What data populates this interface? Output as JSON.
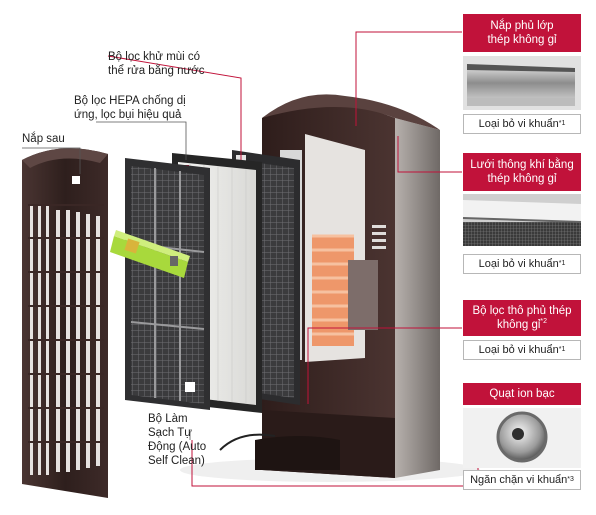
{
  "left_labels": {
    "deodorizing_filter": [
      "Bộ lọc khử mùi có",
      "thể rửa bằng nước"
    ],
    "hepa_filter": [
      "Bộ lọc HEPA chống dị",
      "ứng, lọc bụi hiệu quả"
    ],
    "back_cover": "Nắp sau",
    "auto_self_clean": [
      "Bộ Làm",
      "Sạch Tự",
      "Động (Auto",
      "Self Clean)"
    ]
  },
  "cards": [
    {
      "title_lines": [
        "Nắp phủ lớp",
        "thép không gỉ"
      ],
      "footer": "Loại bỏ vi khuẩn",
      "footer_note": "*1"
    },
    {
      "title_lines": [
        "Lưới thông khí bằng",
        "thép không gỉ"
      ],
      "footer": "Loại bỏ vi khuẩn",
      "footer_note": "*1"
    },
    {
      "title_lines": [
        "Bộ lọc thô phủ thép",
        "không gỉ"
      ],
      "title_note": "*2",
      "footer": "Loại bỏ vi khuẩn",
      "footer_note": "*1"
    },
    {
      "title_lines": [
        "Quạt ion bạc"
      ],
      "footer": "Ngăn chặn vi khuẩn",
      "footer_note": "*3"
    }
  ],
  "colors": {
    "accent": "#c1123a",
    "leader_line": "#c1123a",
    "body_dark": "#3a2624",
    "body_side": "#8f8985",
    "filter_green": "#a8d93c"
  }
}
